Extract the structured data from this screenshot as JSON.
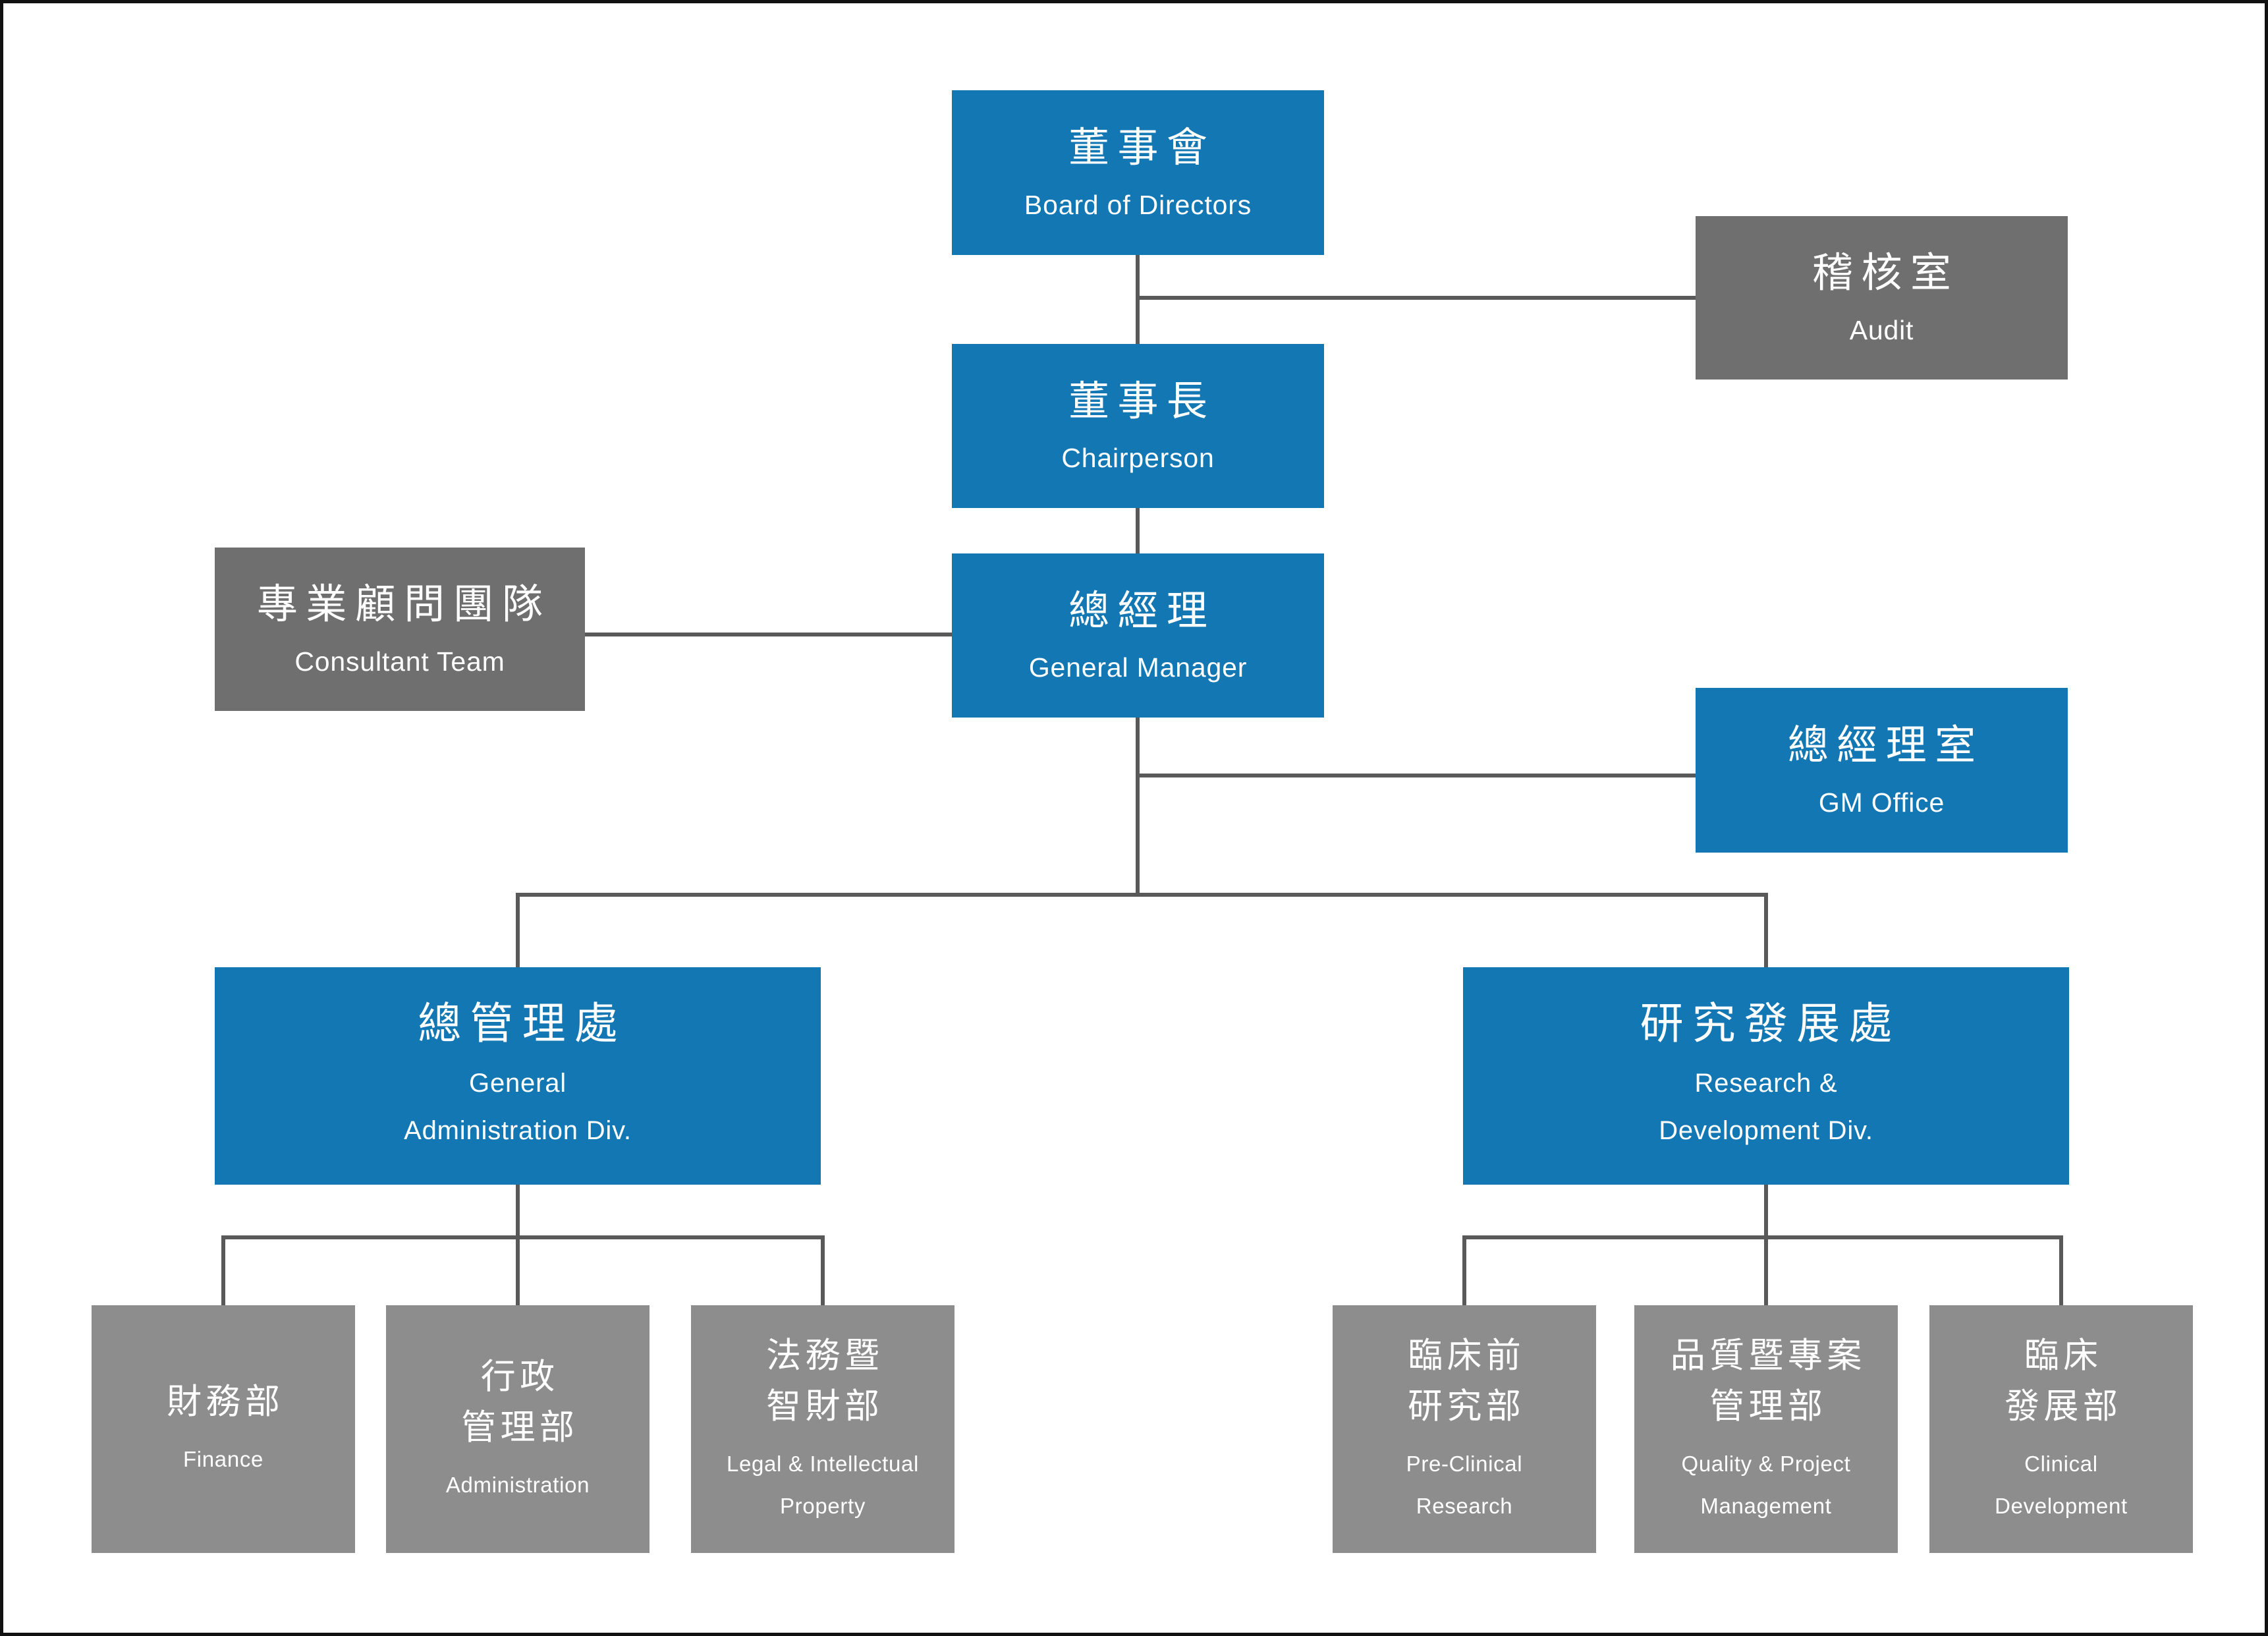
{
  "colors": {
    "primary_blue": "#1277B3",
    "gray_dark": "#6F6F6F",
    "gray_light": "#8D8D8D",
    "connector": "#595959",
    "border": "#111111",
    "text": "#FFFFFF"
  },
  "nodes": {
    "board": {
      "zh_lines": [
        "董事會"
      ],
      "en_lines": [
        "Board of Directors"
      ]
    },
    "audit": {
      "zh_lines": [
        "稽核室"
      ],
      "en_lines": [
        "Audit"
      ]
    },
    "chairperson": {
      "zh_lines": [
        "董事長"
      ],
      "en_lines": [
        "Chairperson"
      ]
    },
    "consultant": {
      "zh_lines": [
        "專業顧問團隊"
      ],
      "en_lines": [
        "Consultant Team"
      ]
    },
    "general_manager": {
      "zh_lines": [
        "總經理"
      ],
      "en_lines": [
        "General Manager"
      ]
    },
    "gm_office": {
      "zh_lines": [
        "總經理室"
      ],
      "en_lines": [
        "GM Office"
      ]
    },
    "general_admin_div": {
      "zh_lines": [
        "總管理處"
      ],
      "en_lines": [
        "General",
        "Administration Div."
      ]
    },
    "rd_div": {
      "zh_lines": [
        "研究發展處"
      ],
      "en_lines": [
        "Research &",
        "Development Div."
      ]
    },
    "finance": {
      "zh_lines": [
        "財務部"
      ],
      "en_lines": [
        "Finance"
      ]
    },
    "administration": {
      "zh_lines": [
        "行政",
        "管理部"
      ],
      "en_lines": [
        "Administration"
      ]
    },
    "legal_ip": {
      "zh_lines": [
        "法務暨",
        "智財部"
      ],
      "en_lines": [
        "Legal & Intellectual",
        "Property"
      ]
    },
    "preclinical": {
      "zh_lines": [
        "臨床前",
        "研究部"
      ],
      "en_lines": [
        "Pre-Clinical",
        "Research"
      ]
    },
    "quality_pm": {
      "zh_lines": [
        "品質暨專案",
        "管理部"
      ],
      "en_lines": [
        "Quality & Project",
        "Management"
      ]
    },
    "clinical_dev": {
      "zh_lines": [
        "臨床",
        "發展部"
      ],
      "en_lines": [
        "Clinical",
        "Development"
      ]
    }
  }
}
